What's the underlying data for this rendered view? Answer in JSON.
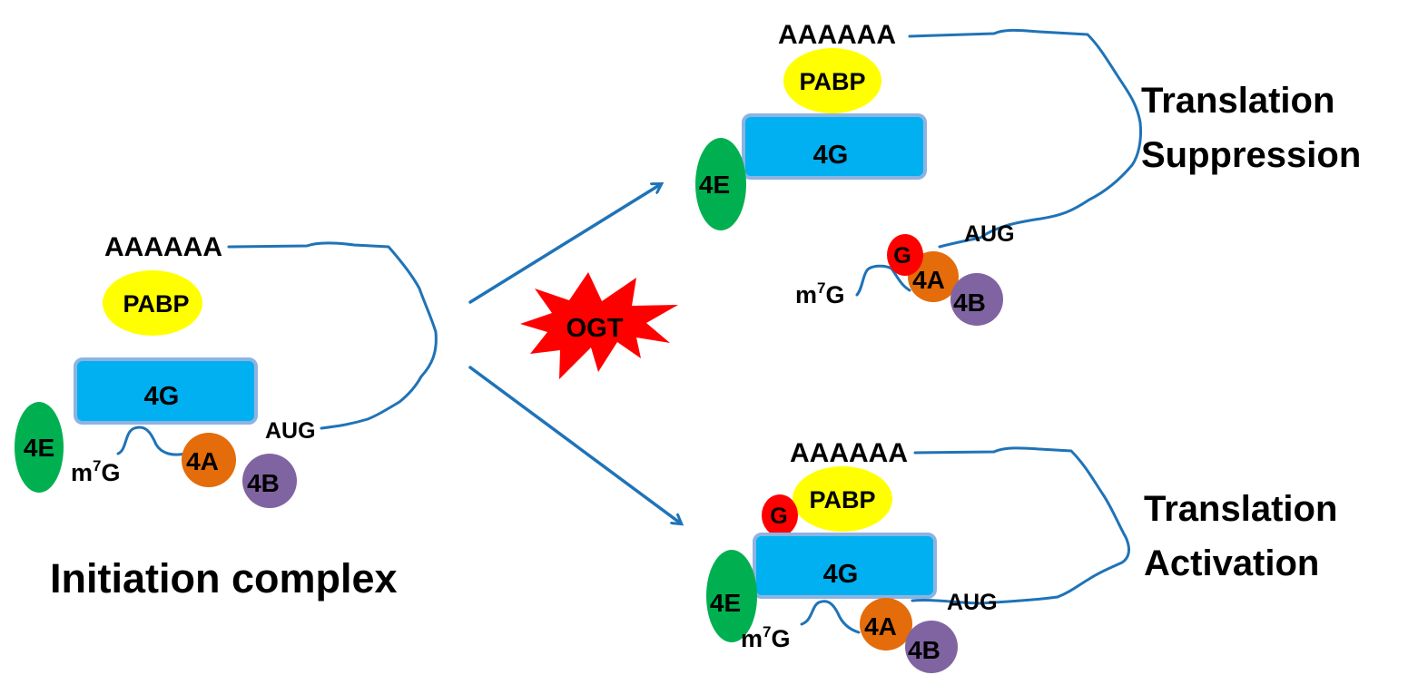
{
  "colors": {
    "rna": "#1f73b7",
    "4e": "#00b050",
    "4g": "#00b0f0",
    "4g_border": "#8db3e2",
    "pabp": "#ffff00",
    "4a": "#e46c0a",
    "4b": "#8064a2",
    "o_glcnac": "#ff0000",
    "ogt": "#ff0000"
  },
  "labels": {
    "polyA": "AAAAAA",
    "pabp": "PABP",
    "eif4g": "4G",
    "eif4e": "4E",
    "eif4a": "4A",
    "eif4b": "4B",
    "cap_m": "m",
    "cap_sup": "7",
    "cap_g": "G",
    "aug": "AUG",
    "glcnac": "G",
    "ogt": "OGT"
  },
  "panels": {
    "initiation": {
      "caption": "Initiation complex"
    },
    "suppression": {
      "caption_line1": "Translation",
      "caption_line2": "Suppression"
    },
    "activation": {
      "caption_line1": "Translation",
      "caption_line2": "Activation"
    }
  }
}
